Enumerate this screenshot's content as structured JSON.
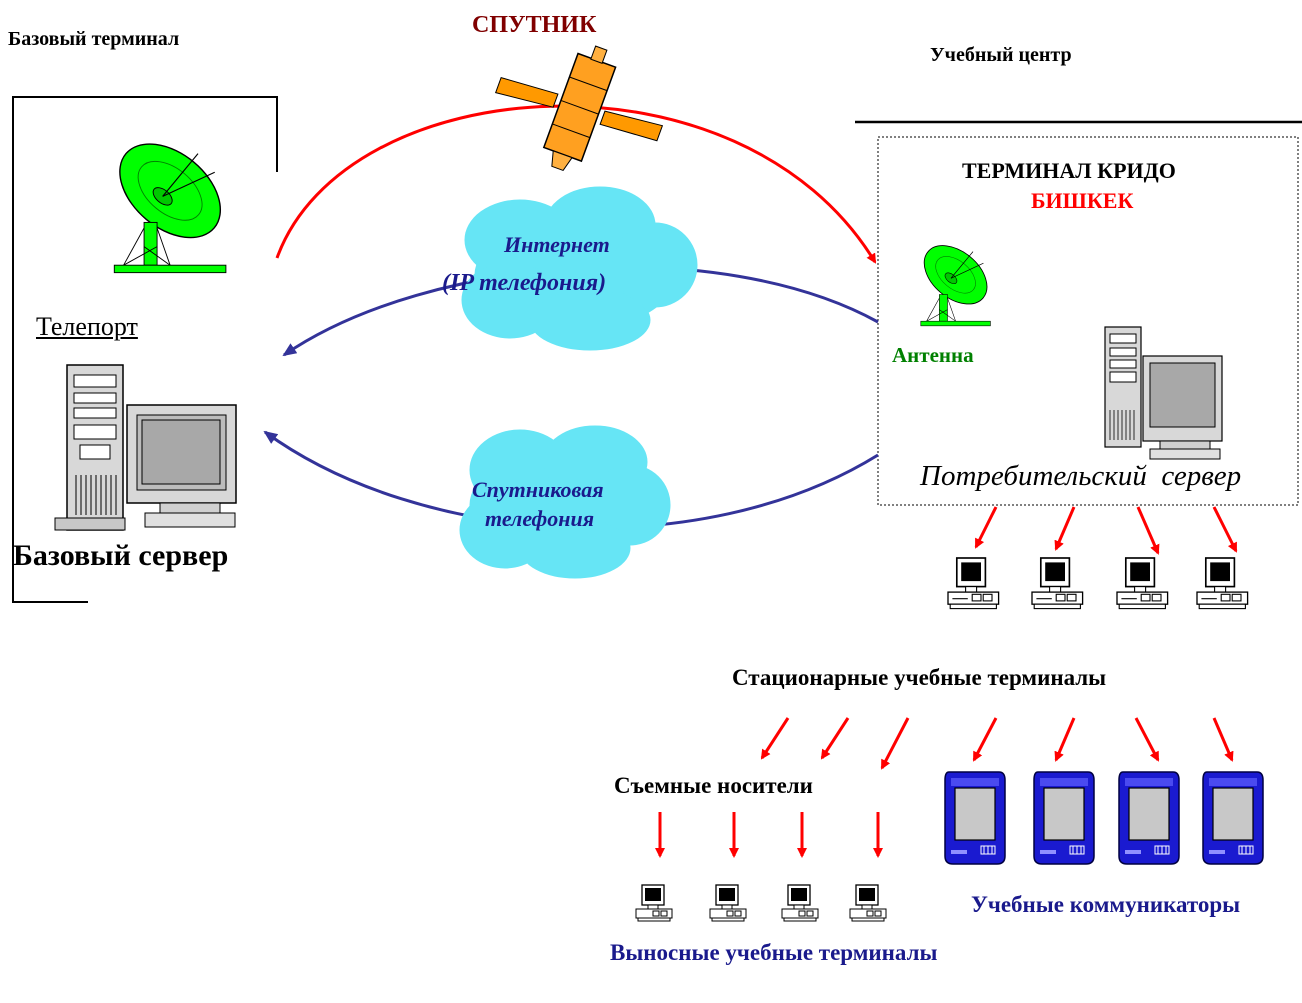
{
  "colors": {
    "red": "#ff0000",
    "navy": "#1a1a8c",
    "arc_blue": "#333399",
    "dark_red": "#800000",
    "green": "#008000",
    "dish_green": "#00ff00",
    "cloud": "#66e5f5",
    "communicator_blue": "#1a1ad0"
  },
  "labels": {
    "base_terminal": "Базовый терминал",
    "satellite": "СПУТНИК",
    "training_center": "Учебный центр",
    "terminal_crido": "ТЕРМИНАЛ КРИДО",
    "bishkek": "БИШКЕК",
    "internet": "Интернет",
    "ip_telephony": "(IP телефония)",
    "teleport": "Телепорт",
    "antenna": "Антенна",
    "consumer_server": "Потребительский  сервер",
    "base_server": "Базовый сервер",
    "sat_telephony_1": "Спутниковая",
    "sat_telephony_2": "телефония",
    "stationary_terminals": "Стационарные учебные терминалы",
    "removable_media": "Съемные носители",
    "training_communicators": "Учебные коммуникаторы",
    "remote_terminals": "Выносные учебные терминалы"
  }
}
